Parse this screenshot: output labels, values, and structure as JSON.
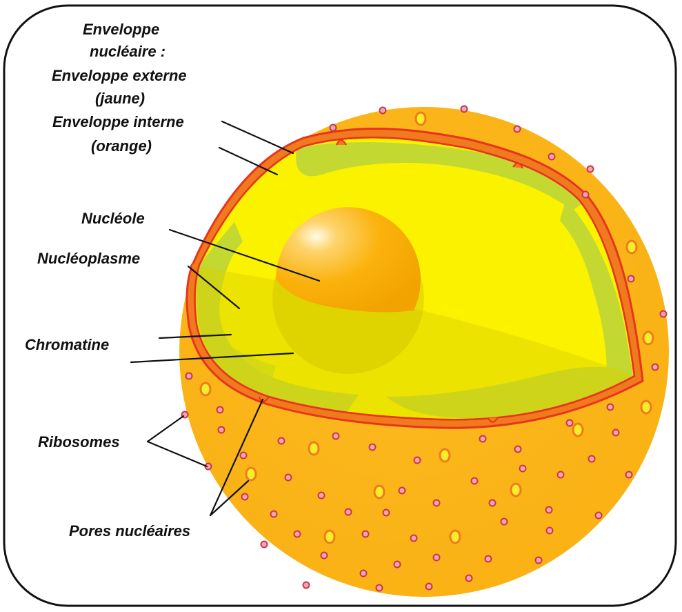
{
  "labels": {
    "envelope_title_1": "Enveloppe",
    "envelope_title_2": "nucléaire :",
    "outer_envelope": "Enveloppe externe",
    "outer_envelope_color": "(jaune)",
    "inner_envelope": "Enveloppe interne",
    "inner_envelope_color": "(orange)",
    "nucleolus": "Nucléole",
    "nucleoplasm": "Nucléoplasme",
    "chromatin": "Chromatine",
    "ribosomes": "Ribosomes",
    "nuclear_pores": "Pores nucléaires"
  },
  "colors": {
    "outer_sphere": "#fbb517",
    "inner_envelope_rim": "#f07a1e",
    "membrane_line": "#e8341c",
    "nucleoplasm": "#fbf200",
    "chromatin": "#b9d43a",
    "nucleolus": "#fbb20c",
    "ribosome_fill": "#f4a6b4",
    "ribosome_stroke": "#c9364c",
    "pore": "#f5ef2a",
    "frame_stroke": "#111111"
  }
}
